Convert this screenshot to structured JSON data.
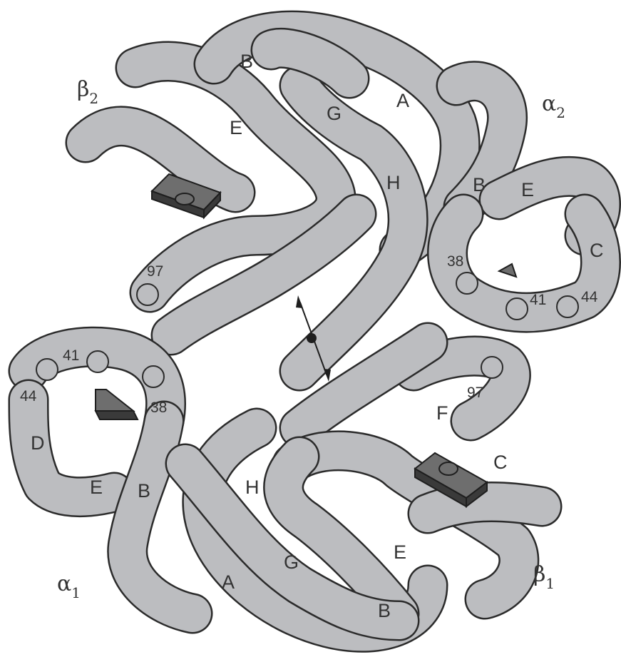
{
  "chains": {
    "alpha1": {
      "greek": "α",
      "subscript": "1"
    },
    "alpha2": {
      "greek": "α",
      "subscript": "2"
    },
    "beta1": {
      "greek": "β",
      "subscript": "1"
    },
    "beta2": {
      "greek": "β",
      "subscript": "2"
    }
  },
  "helix_labels": {
    "beta2": {
      "b": "B",
      "e": "E",
      "g": "G",
      "a": "A",
      "h": "H"
    },
    "alpha2": {
      "b": "B",
      "e": "E",
      "c": "C"
    },
    "alpha1": {
      "d": "D",
      "e": "E",
      "b": "B"
    },
    "beta1": {
      "f": "F",
      "c": "C",
      "h": "H",
      "e": "E",
      "g": "G",
      "a": "A",
      "b": "B"
    }
  },
  "residues": {
    "beta2": {
      "r97": "97"
    },
    "alpha2": {
      "r38": "38",
      "r41": "41",
      "r44": "44"
    },
    "alpha1": {
      "r41": "41",
      "r44": "44",
      "r38": "38"
    },
    "beta1": {
      "r97": "97"
    }
  },
  "colors": {
    "tube_fill": "#bcbdc0",
    "tube_outline": "#2b2b2b",
    "heme": "#6e6e6e",
    "background": "#ffffff"
  },
  "icons": [
    "heme-group-icon",
    "two-headed-arrow-icon"
  ]
}
